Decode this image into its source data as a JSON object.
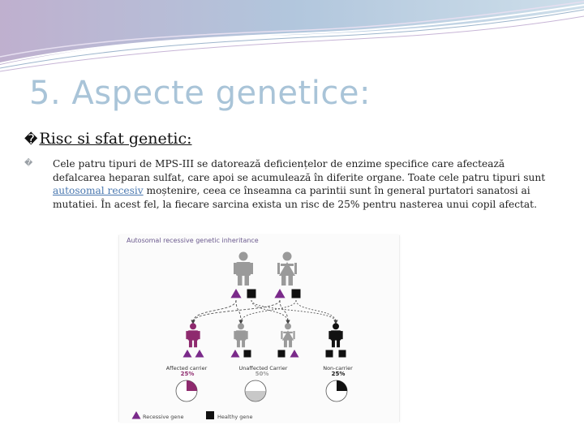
{
  "slide": {
    "title": "5. Aspecte genetice:",
    "subhead_glyph": "�",
    "subhead": "Risc si sfat genetic:",
    "bullet_glyph": "�",
    "paragraph_before_link": "Cele patru tipuri de MPS-III se datorează deficiențelor de enzime specifice care afectează defalcarea heparan sulfat, care apoi se acumulează în diferite organe. Toate cele patru tipuri sunt ",
    "paragraph_link": "autosomal recesiv",
    "paragraph_after_link": " moștenire, ceea ce înseamna ca parintii sunt în general purtatori sanatosi ai mutatiei. În acest fel, la fiecare sarcina exista un risc de 25% pentru nasterea unui copil afectat."
  },
  "figure": {
    "title": "Autosomal recessive genetic inheritance",
    "outcomes": [
      {
        "label": "Affected carrier",
        "percent": "25%",
        "fraction": 0.25,
        "color": "#8e2a6e"
      },
      {
        "label": "Unaffected Carrier",
        "percent": "50%",
        "fraction": 0.5,
        "color": "#9a9a9a"
      },
      {
        "label": "Non-carrier",
        "percent": "25%",
        "fraction": 0.25,
        "color": "#111111"
      }
    ],
    "legend": {
      "recessive": "Recessive gene",
      "healthy": "Healthy gene"
    },
    "colors": {
      "parent": "#9a9a9a",
      "affected": "#8e2a6e",
      "recessive_gene": "#7a2a8a",
      "healthy_gene": "#111111"
    }
  }
}
